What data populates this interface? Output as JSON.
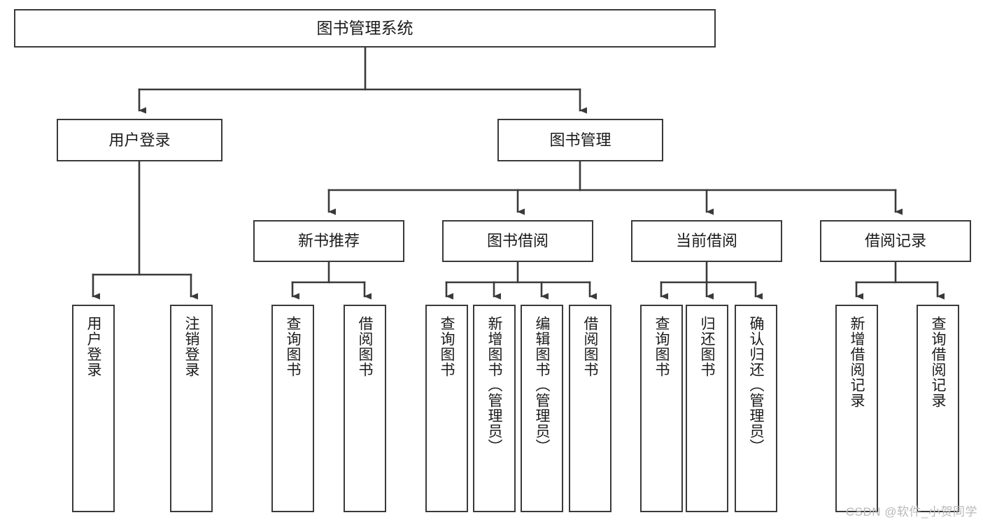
{
  "diagram": {
    "title": "图书管理系统",
    "type": "tree",
    "watermark": "CSDN @软件_小贺同学",
    "colors": {
      "box_border": "#3a3a3a",
      "box_fill": "#ffffff",
      "connector": "#3a3a3a",
      "text": "#1b1b1b",
      "watermark": "#b9b9b9",
      "background": "#ffffff"
    },
    "root": {
      "label": "图书管理系统"
    },
    "level2": [
      {
        "label": "用户登录"
      },
      {
        "label": "图书管理"
      }
    ],
    "level3": [
      {
        "label": "新书推荐"
      },
      {
        "label": "图书借阅"
      },
      {
        "label": "当前借阅"
      },
      {
        "label": "借阅记录"
      }
    ],
    "leaves": {
      "user_login": [
        {
          "label": "用户登录"
        },
        {
          "label": "注销登录"
        }
      ],
      "new_book_recommend": [
        {
          "label": "查询图书"
        },
        {
          "label": "借阅图书"
        }
      ],
      "book_borrow": [
        {
          "label": "查询图书"
        },
        {
          "label": "新增图书（管理员）"
        },
        {
          "label": "编辑图书（管理员）"
        },
        {
          "label": "借阅图书"
        }
      ],
      "current_borrow": [
        {
          "label": "查询图书"
        },
        {
          "label": "归还图书"
        },
        {
          "label": "确认归还（管理员）"
        }
      ],
      "borrow_record": [
        {
          "label": "新增借阅记录"
        },
        {
          "label": "查询借阅记录"
        }
      ]
    }
  }
}
